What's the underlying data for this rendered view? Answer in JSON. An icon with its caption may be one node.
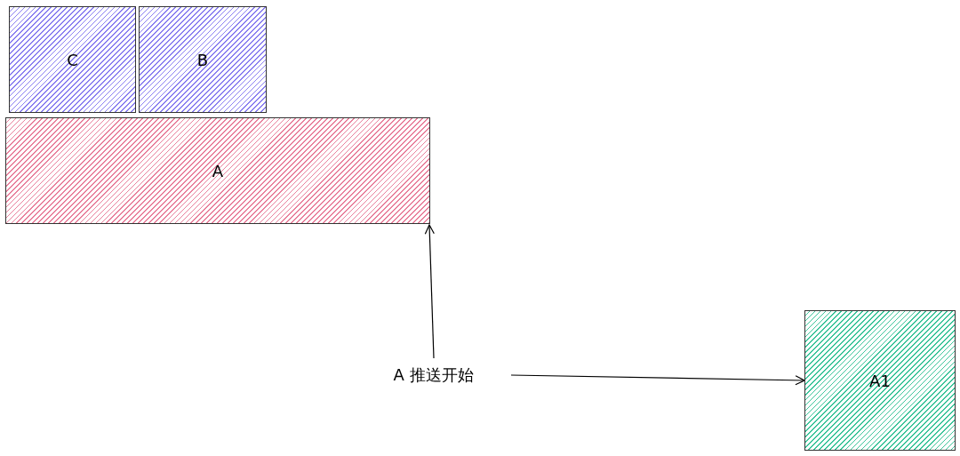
{
  "diagram": {
    "nodes": [
      {
        "text": [
          "C"
        ]
      },
      {
        "text": [
          "B"
        ]
      },
      {
        "text": [
          "A"
        ]
      },
      {
        "text": [
          "A 推送开始"
        ]
      },
      {
        "text": [
          "A1"
        ]
      }
    ],
    "edges": [
      {
        "from": 3,
        "to": 2,
        "arrow": "to"
      },
      {
        "from": 3,
        "to": 4,
        "arrow": "to"
      }
    ]
  }
}
